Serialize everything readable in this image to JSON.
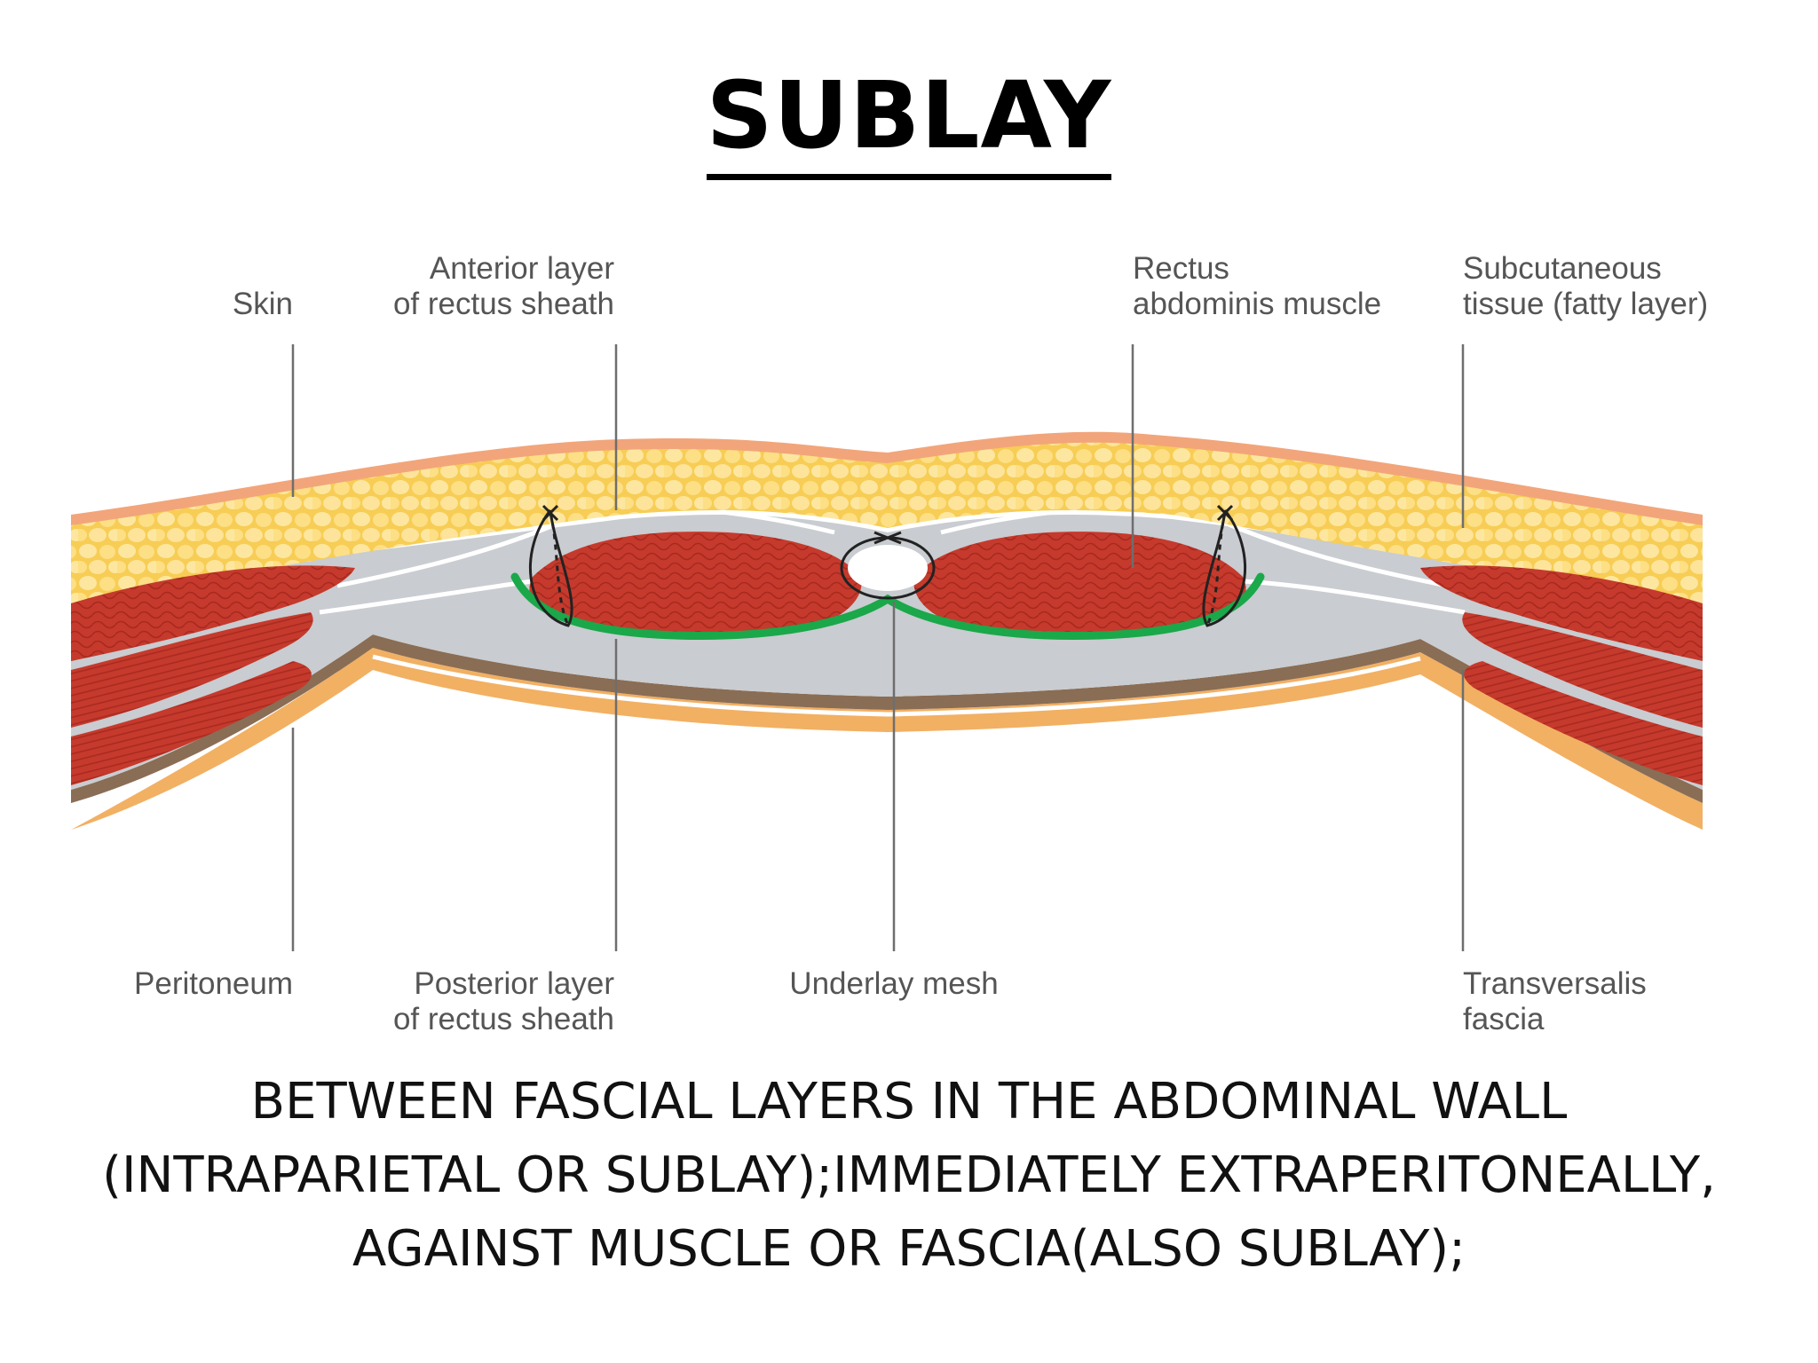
{
  "title": "SUBLAY",
  "labels": {
    "skin": "Skin",
    "anterior_layer_1": "Anterior layer",
    "anterior_layer_2": "of rectus sheath",
    "rectus_1": "Rectus",
    "rectus_2": "abdominis muscle",
    "subcutaneous_1": "Subcutaneous",
    "subcutaneous_2": "tissue (fatty layer)",
    "peritoneum": "Peritoneum",
    "posterior_layer_1": "Posterior layer",
    "posterior_layer_2": "of rectus sheath",
    "underlay_mesh": "Underlay mesh",
    "transversalis_1": "Transversalis",
    "transversalis_2": "fascia"
  },
  "caption": [
    "BETWEEN FASCIAL LAYERS IN THE ABDOMINAL WALL",
    "(INTRAPARIETAL OR SUBLAY);IMMEDIATELY EXTRAPERITONEALLY,",
    "AGAINST MUSCLE OR FASCIA(ALSO SUBLAY);"
  ],
  "colors": {
    "skin": "#f2a57a",
    "fat": "#f9d46a",
    "fat_cell": "#fde49a",
    "muscle": "#c8392b",
    "muscle_dark": "#a52a1f",
    "fascia": "#c9ccd0",
    "mesh": "#1aa84a",
    "peritoneum": "#f2b063",
    "leader": "#6e6e6e"
  }
}
